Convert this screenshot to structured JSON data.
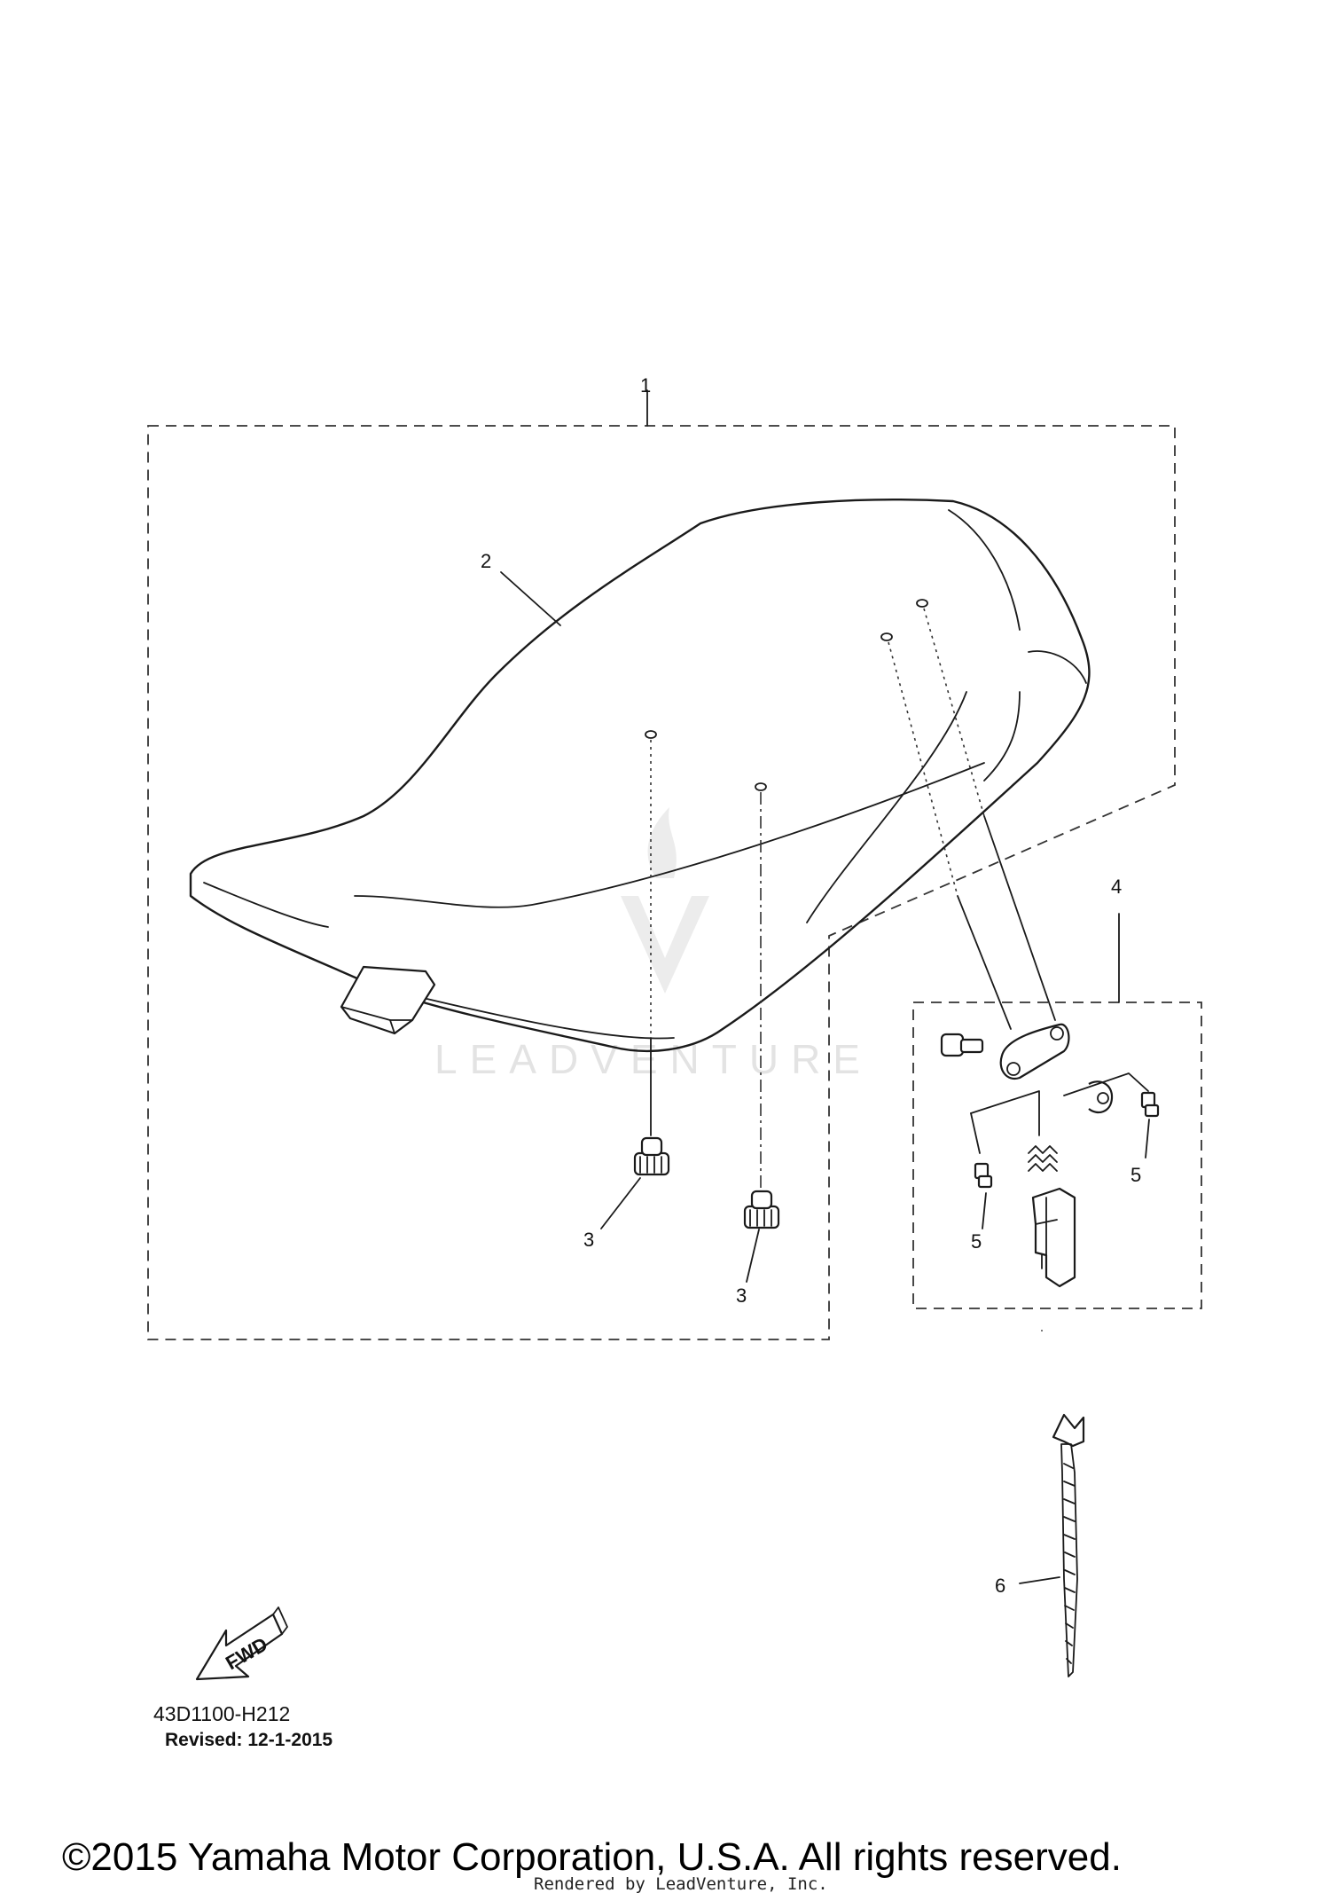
{
  "callouts": {
    "seat_assy": "1",
    "seat": "2",
    "damper_a": "3",
    "damper_b": "3",
    "lock_assy": "4",
    "screw_a": "5",
    "screw_b": "5",
    "band": "6"
  },
  "fwd_label": "FWD",
  "diagram_code": "43D1100-H212",
  "revised": "Revised: 12-1-2015",
  "copyright": "©2015 Yamaha Motor Corporation, U.S.A. All rights reserved.",
  "rendered_by": "Rendered by LeadVenture, Inc.",
  "watermark": "LEADVENTURE"
}
